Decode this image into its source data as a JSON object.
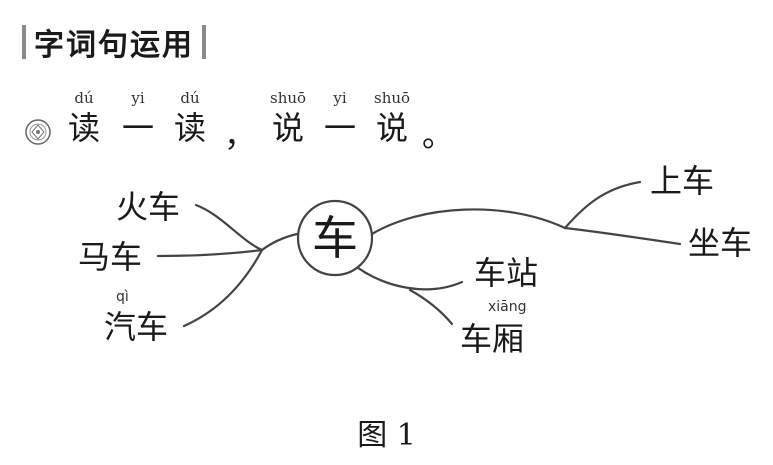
{
  "section_title": "字词句运用",
  "instruction": {
    "icon": "speaker-icon",
    "words": [
      {
        "hanzi": "读",
        "pinyin": "dú"
      },
      {
        "hanzi": "一",
        "pinyin": "yi"
      },
      {
        "hanzi": "读",
        "pinyin": "dú"
      },
      {
        "hanzi": "，",
        "pinyin": ""
      },
      {
        "hanzi": "说",
        "pinyin": "shuō"
      },
      {
        "hanzi": "一",
        "pinyin": "yi"
      },
      {
        "hanzi": "说",
        "pinyin": "shuō"
      },
      {
        "hanzi": "。",
        "pinyin": ""
      }
    ]
  },
  "mindmap": {
    "center": "车",
    "left_branches": [
      {
        "label": "火车",
        "pinyin": ""
      },
      {
        "label": "马车",
        "pinyin": ""
      },
      {
        "label": "汽车",
        "pinyin": "qì"
      }
    ],
    "right_upper_branches": [
      {
        "label": "上车",
        "pinyin": ""
      },
      {
        "label": "坐车",
        "pinyin": ""
      }
    ],
    "right_lower_branches": [
      {
        "label": "车站",
        "pinyin": ""
      },
      {
        "label": "车厢",
        "pinyin": "xiāng"
      }
    ]
  },
  "caption": "图 1"
}
